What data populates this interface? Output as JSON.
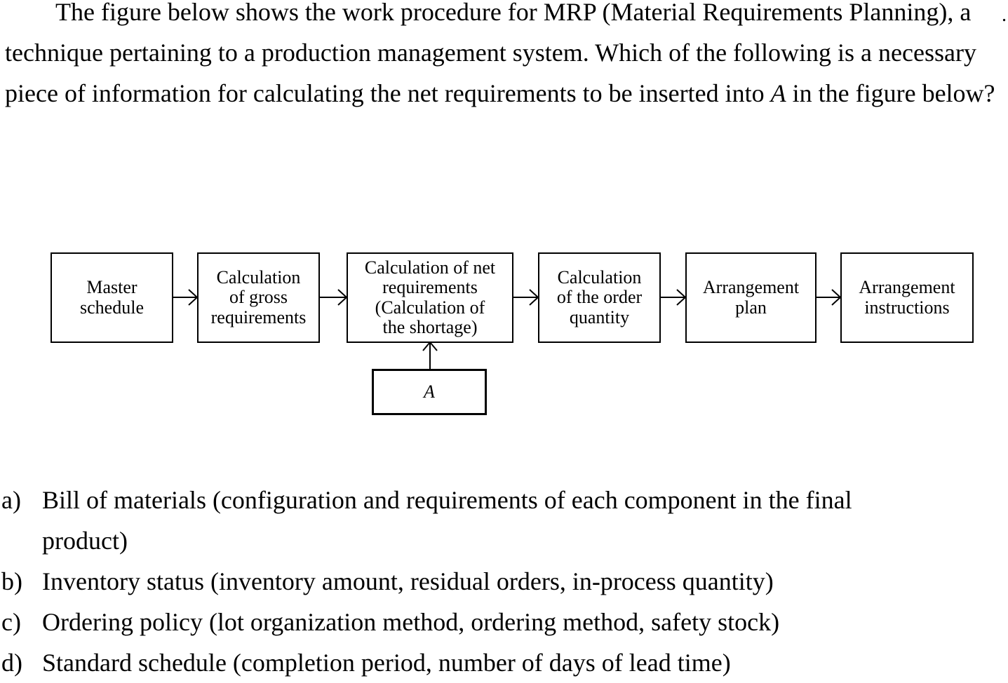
{
  "question": {
    "text_before": "The figure below shows the work procedure for MRP (Material Requirements Planning), a technique pertaining to a production management system. Which of the following is a necessary piece of information for calculating the net requirements to be inserted into ",
    "variable": "A",
    "text_after": " in the figure below?"
  },
  "stray_mark": ".",
  "diagram": {
    "boxes": [
      {
        "lines": [
          "Master",
          "schedule"
        ]
      },
      {
        "lines": [
          "Calculation",
          "of gross",
          "requirements"
        ]
      },
      {
        "lines": [
          "Calculation of net",
          "requirements",
          "(Calculation of",
          "the shortage)"
        ]
      },
      {
        "lines": [
          "Calculation",
          "of the order",
          "quantity"
        ]
      },
      {
        "lines": [
          "Arrangement",
          "plan"
        ]
      },
      {
        "lines": [
          "Arrangement",
          "instructions"
        ]
      }
    ],
    "input_box": "A"
  },
  "options": [
    {
      "letter": "a)",
      "text": "Bill of materials (configuration and requirements of each component in the final product)"
    },
    {
      "letter": "b)",
      "text": "Inventory status (inventory amount, residual orders, in-process quantity)"
    },
    {
      "letter": "c)",
      "text": "Ordering policy (lot organization method, ordering method, safety stock)"
    },
    {
      "letter": "d)",
      "text": "Standard schedule (completion period, number of days of lead time)"
    }
  ]
}
